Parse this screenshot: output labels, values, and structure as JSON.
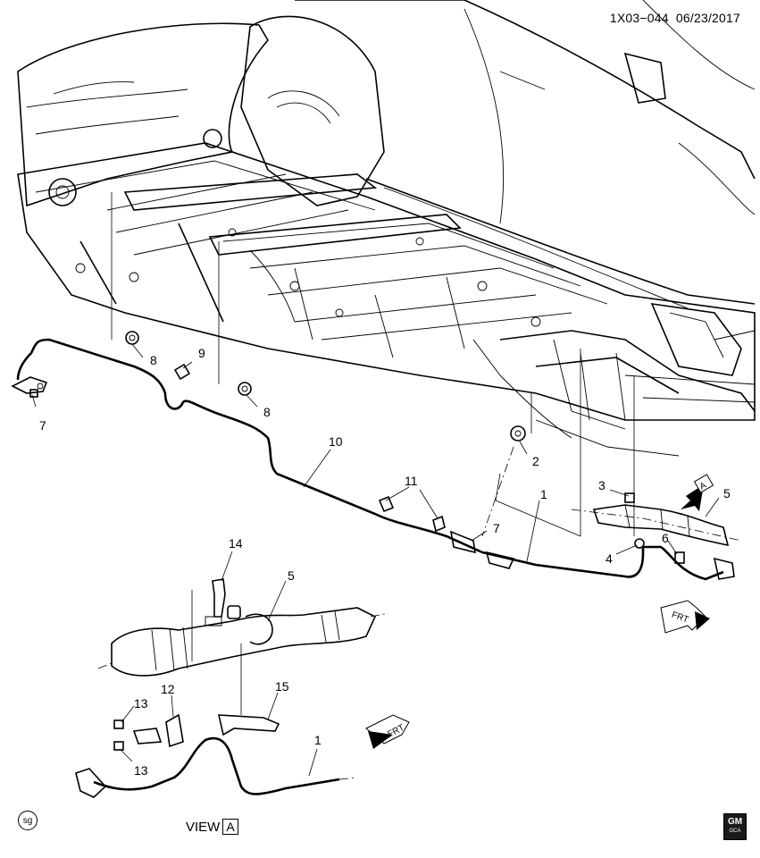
{
  "header": {
    "code": "1X03−044",
    "date": "06/23/2017"
  },
  "callouts": {
    "c1_upper": "1",
    "c1_lower": "1",
    "c2": "2",
    "c3": "3",
    "c4": "4",
    "c5_upper": "5",
    "c5_lower": "5",
    "c6": "6",
    "c7_left": "7",
    "c7_mid": "7",
    "c8_a": "8",
    "c8_b": "8",
    "c9": "9",
    "c10": "10",
    "c11": "11",
    "c12": "12",
    "c13_a": "13",
    "c13_b": "13",
    "c14": "14",
    "c15": "15"
  },
  "arrows": {
    "view_a_marker": "A",
    "frt_upper": "FRT",
    "frt_lower": "FRT"
  },
  "footer": {
    "view_label": "VIEW",
    "view_letter": "A",
    "sg_badge": "sg",
    "gm_logo": "GM",
    "gm_sub": "GCA"
  }
}
